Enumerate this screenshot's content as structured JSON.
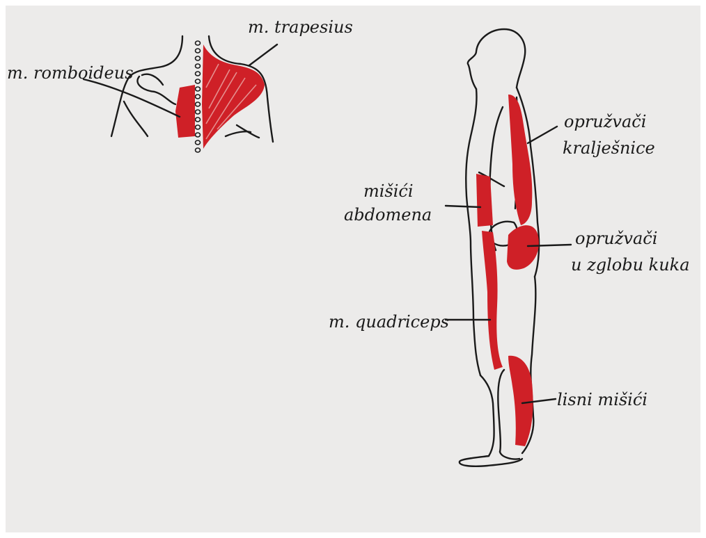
{
  "colors": {
    "muscle": "#cf2027",
    "ink": "#1a1a1a",
    "paper": "#ecebea"
  },
  "labels": {
    "trapesius": "m. trapesius",
    "romboideus": "m. romboideus",
    "opruzivaci_kraljesnice_1": "opružvači",
    "opruzivaci_kraljesnice_2": "kralješnice",
    "misici_abdomena_1": "mišići",
    "misici_abdomena_2": "abdomena",
    "opruzivaci_kuka_1": "opružvači",
    "opruzivaci_kuka_2": "u zglobu kuka",
    "quadriceps": "m. quadriceps",
    "lisni_misici": "lisni mišići"
  }
}
